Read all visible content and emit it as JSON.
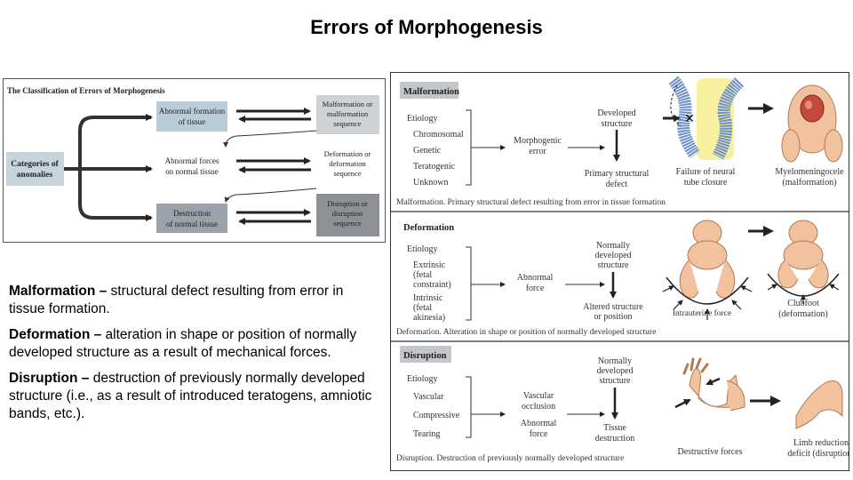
{
  "slide": {
    "title": "Errors of Morphogenesis"
  },
  "left_diagram": {
    "heading": "The Classification of Errors of Morphogenesis",
    "categories_line1": "Categories of",
    "categories_line2": "anomalies",
    "abnormal_formation_line1": "Abnormal formation",
    "abnormal_formation_line2": "of tissue",
    "abnormal_forces_line1": "Abnormal forces",
    "abnormal_forces_line2": "on normal tissue",
    "destruction_line1": "Destruction",
    "destruction_line2": "of normal tissue",
    "malformation_seq_line1": "Malformation or",
    "malformation_seq_line2": "malformation",
    "malformation_seq_line3": "sequence",
    "deformation_seq_line1": "Deformation or",
    "deformation_seq_line2": "deformation",
    "deformation_seq_line3": "sequence",
    "disruption_seq_line1": "Disruption or",
    "disruption_seq_line2": "disruption",
    "disruption_seq_line3": "sequence"
  },
  "definitions": [
    {
      "term": "Malformation –",
      "text": " structural defect resulting from error in tissue formation."
    },
    {
      "term": "Deformation –",
      "text": " alteration in shape or position of normally developed structure as a result of mechanical forces."
    },
    {
      "term": "Disruption –",
      "text": " destruction of previously normally developed structure (i.e., as a result of introduced teratogens, amniotic bands, etc.)."
    }
  ],
  "right_diagram": {
    "malformation": {
      "label": "Malformation",
      "etiology": "Etiology",
      "causes": [
        "Chromosomal",
        "Genetic",
        "Teratogenic",
        "Unknown"
      ],
      "error_line1": "Morphogenic",
      "error_line2": "error",
      "developed_line1": "Developed",
      "developed_line2": "structure",
      "primary_line1": "Primary structural",
      "primary_line2": "defect",
      "neural_line1": "Failure of neural",
      "neural_line2": "tube closure",
      "myelo_line1": "Myelomeningocele",
      "myelo_line2": "(malformation)",
      "caption": "Malformation. Primary structural defect resulting from error in tissue formation"
    },
    "deformation": {
      "label": "Deformation",
      "etiology": "Etiology",
      "extrinsic_line1": "Extrinsic",
      "extrinsic_line2": "(fetal",
      "extrinsic_line3": "constraint)",
      "intrinsic_line1": "Intrinsic",
      "intrinsic_line2": "(fetal",
      "intrinsic_line3": "akinesia)",
      "force_line1": "Abnormal",
      "force_line2": "force",
      "normal_line1": "Normally",
      "normal_line2": "developed",
      "normal_line3": "structure",
      "altered_line1": "Altered structure",
      "altered_line2": "or position",
      "intrauterine": "Intrauterine force",
      "clubfoot_line1": "Clubfoot",
      "clubfoot_line2": "(deformation)",
      "caption": "Deformation. Alteration in shape or position of normally developed structure"
    },
    "disruption": {
      "label": "Disruption",
      "etiology": "Etiology",
      "causes": [
        "Vascular",
        "Compressive",
        "Tearing"
      ],
      "vascular_line1": "Vascular",
      "vascular_line2": "occlusion",
      "force_line1": "Abnormal",
      "force_line2": "force",
      "normal_line1": "Normally",
      "normal_line2": "developed",
      "normal_line3": "structure",
      "tissue_line1": "Tissue",
      "tissue_line2": "destruction",
      "destructive": "Destructive forces",
      "limb_line1": "Limb reduction",
      "limb_line2": "deficit (disruption)",
      "caption": "Disruption. Destruction of previously normally developed structure"
    }
  }
}
